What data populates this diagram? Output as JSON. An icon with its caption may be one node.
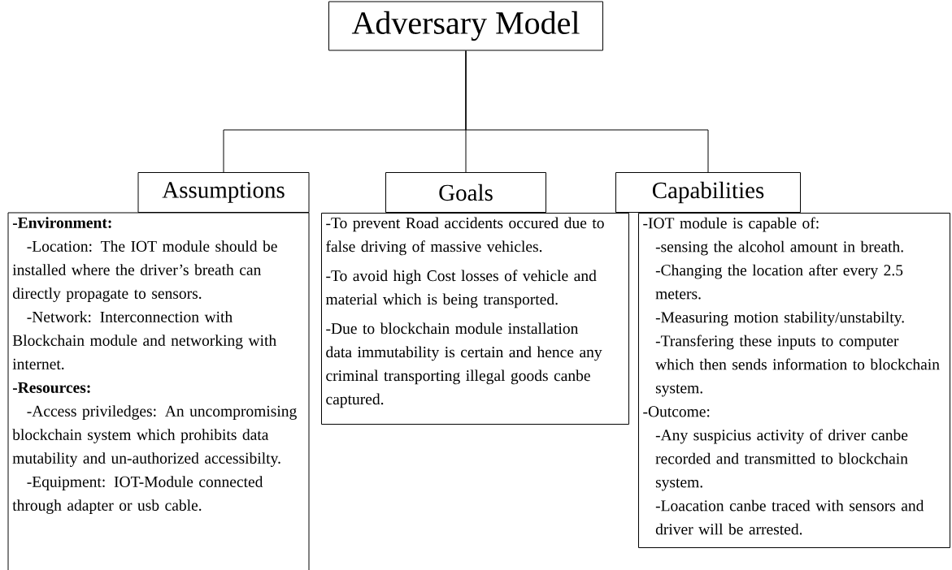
{
  "diagram": {
    "nodes": [
      {
        "text": [
          "Adversary Model"
        ]
      },
      {
        "text": [
          "Assumptions"
        ]
      },
      {
        "text": [
          "Goals"
        ]
      },
      {
        "text": [
          "Capabilities"
        ]
      },
      {
        "text": [
          "-Environment:",
          "-Location: The IOT module should be installed where the driver’s breath can directly propagate to sensors.",
          "-Network: Interconnection with Blockchain module and networking with internet.",
          "-Resources:",
          "-Access priviledges: An uncompromising blockchain system which prohibits data mutability and un-authorized accessibilty.",
          "-Equipment: IOT-Module connected through adapter or usb cable."
        ]
      },
      {
        "text": [
          "-To prevent Road accidents occured due to false driving of massive vehicles.",
          "-To avoid high Cost losses of vehicle and material which is being transported.",
          "-Due to blockchain module installation data immutability is certain and hence any criminal transporting illegal goods canbe captured."
        ]
      },
      {
        "text": [
          "-IOT module is capable of:",
          "-sensing the alcohol amount in breath.",
          "-Changing the location after every 2.5 meters.",
          "-Measuring motion stability/unstabilty.",
          "-Transfering these inputs to computer which then sends information to blockchain system.",
          "-Outcome:",
          "-Any suspicius activity of driver canbe recorded and transmitted to blockchain system.",
          "-Loacation canbe traced with sensors and driver will be arrested."
        ]
      }
    ],
    "edges": [
      {
        "from": 0,
        "to": 1,
        "arrow": "none"
      },
      {
        "from": 0,
        "to": 2,
        "arrow": "none"
      },
      {
        "from": 0,
        "to": 3,
        "arrow": "none"
      }
    ]
  }
}
